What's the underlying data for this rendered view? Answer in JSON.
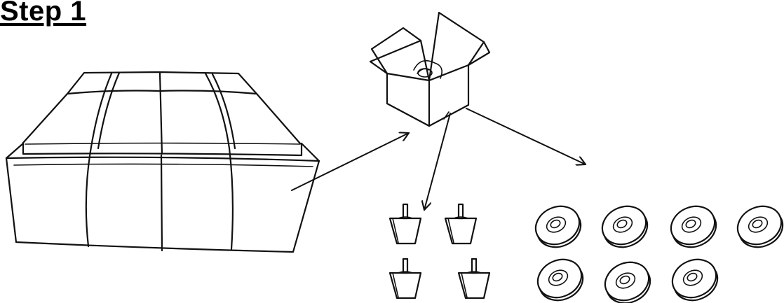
{
  "step": {
    "title": "Step 1"
  },
  "parts": {
    "legs": {
      "count": 4,
      "icon": "sofa-leg-icon"
    },
    "washers": {
      "count": 7,
      "icon": "washer-icon"
    }
  },
  "colors": {
    "ink": "#111111",
    "background": "#ffffff"
  }
}
